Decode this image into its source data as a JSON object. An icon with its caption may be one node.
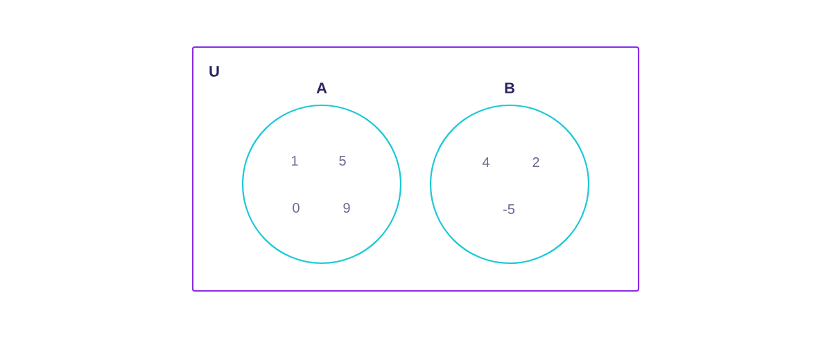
{
  "diagram": {
    "nodes": [
      {
        "text": [
          "U"
        ]
      },
      {
        "text": [
          "A",
          "1",
          "5",
          "0",
          "9"
        ],
        "in": 0
      },
      {
        "text": [
          "B",
          "4",
          "2",
          "-5"
        ],
        "in": 0
      }
    ]
  }
}
